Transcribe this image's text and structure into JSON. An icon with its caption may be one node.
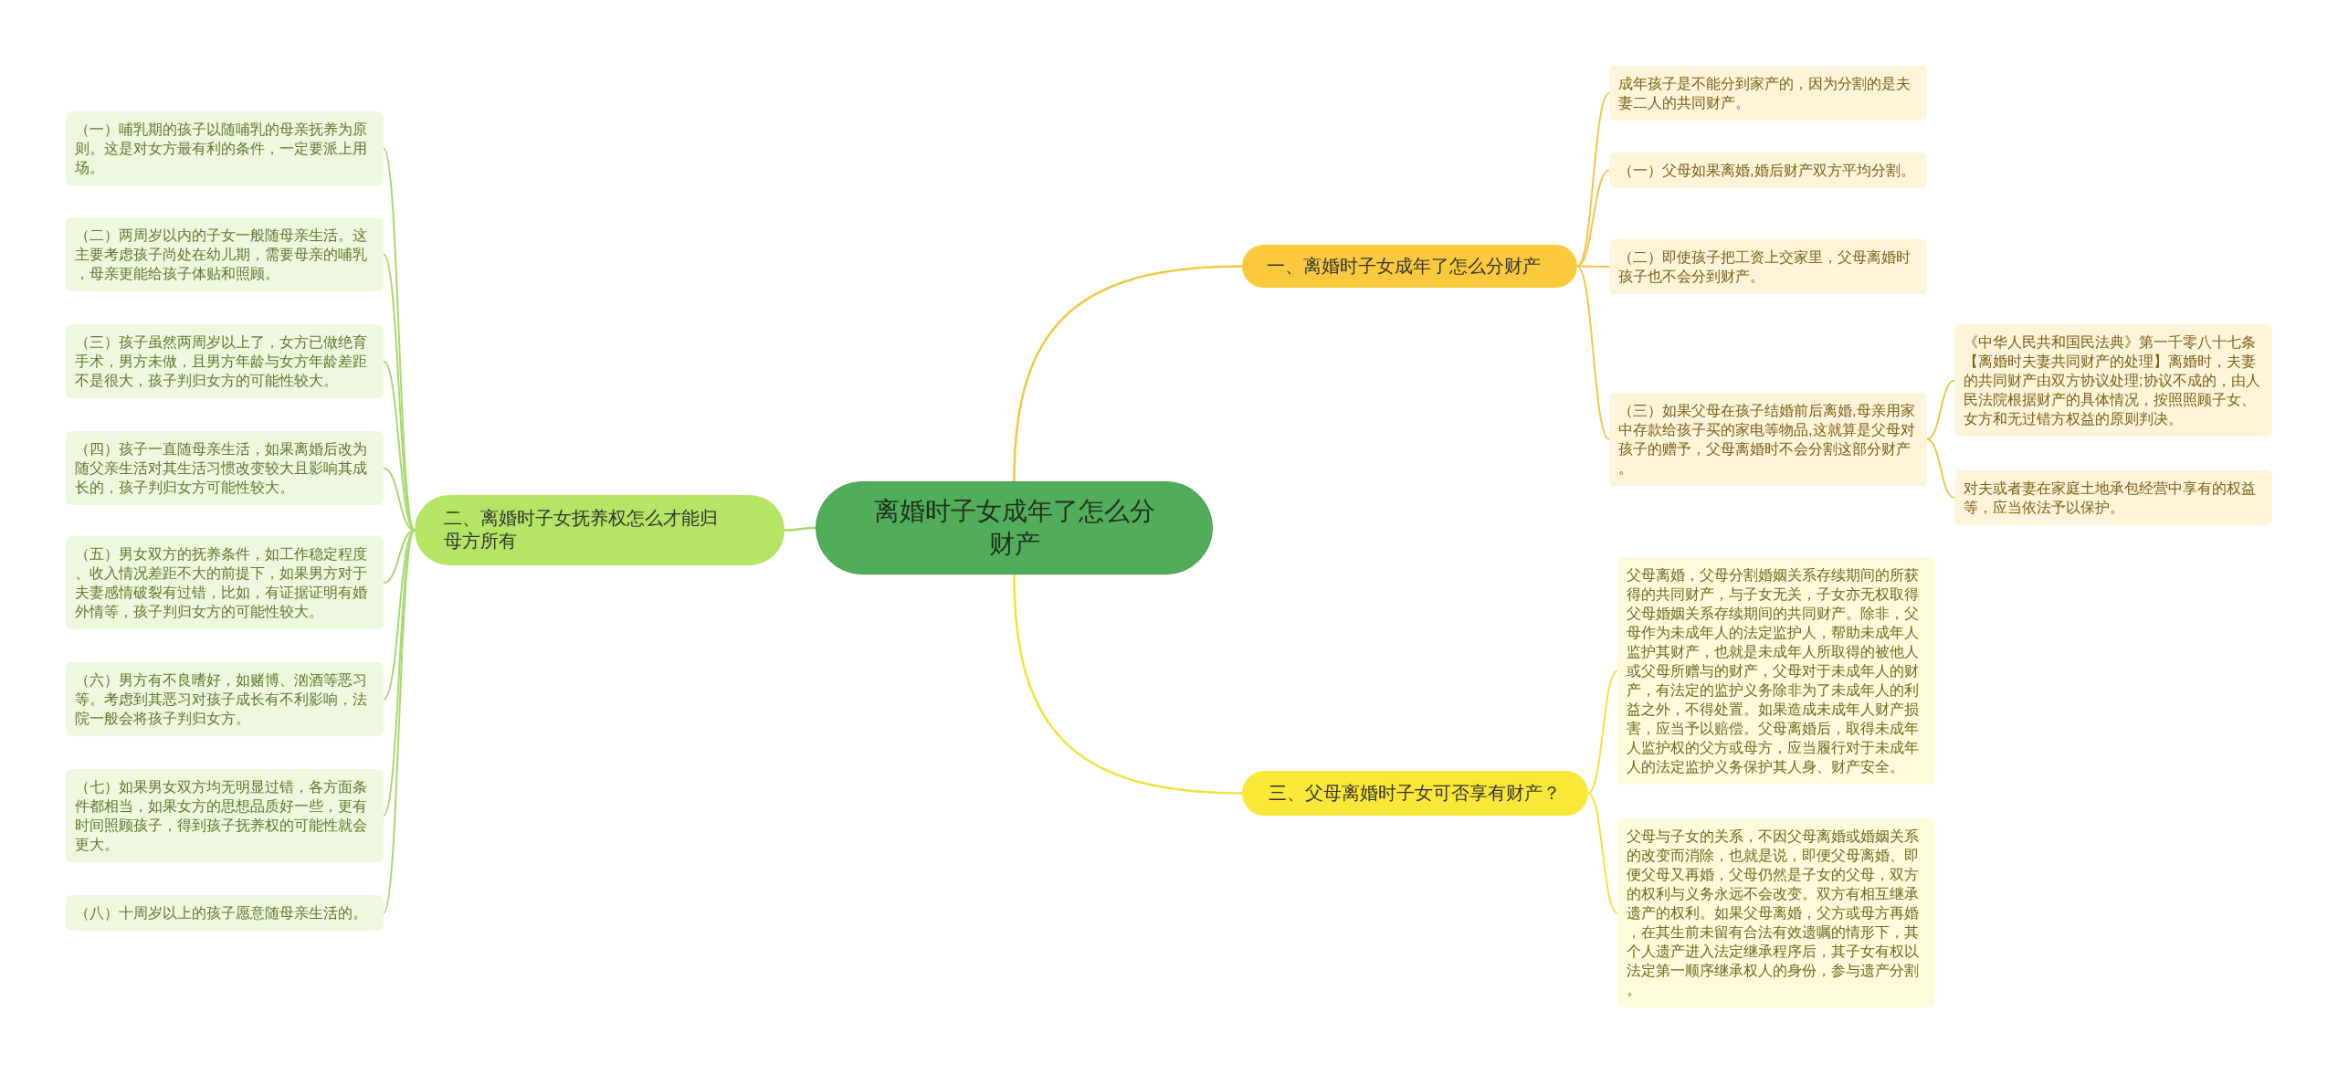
{
  "diagram": {
    "nodes": [
      {
        "text": [
          "离婚时子女成年了怎么分财产"
        ]
      },
      {
        "text": [
          "一、离婚时子女成年了怎么分财产"
        ]
      },
      {
        "text": [
          "成年孩子是不能分到家产的，因为分割的是夫妻二人的共同财产。"
        ]
      },
      {
        "text": [
          "（一）父母如果离婚,婚后财产双方平均分割。"
        ]
      },
      {
        "text": [
          "（二）即使孩子把工资上交家里，父母离婚时孩子也不会分到财产。"
        ]
      },
      {
        "text": [
          "（三）如果父母在孩子结婚前后离婚,母亲用家中存款给孩子买的家电等物品,这就算是父母对孩子的赠予，父母离婚时不会分割这部分财产。"
        ]
      },
      {
        "text": [
          "《中华人民共和国民法典》第一千零八十七条【离婚时夫妻共同财产的处理】离婚时，夫妻的共同财产由双方协议处理;协议不成的，由人民法院根据财产的具体情况，按照照顾子女、女方和无过错方权益的原则判决。"
        ]
      },
      {
        "text": [
          "对夫或者妻在家庭土地承包经营中享有的权益等，应当依法予以保护。"
        ]
      },
      {
        "text": [
          "二、离婚时子女抚养权怎么才能归母方所有"
        ]
      },
      {
        "text": [
          "（一）哺乳期的孩子以随哺乳的母亲抚养为原则。这是对女方最有利的条件，一定要派上用场。"
        ]
      },
      {
        "text": [
          "（二）两周岁以内的子女一般随母亲生活。这主要考虑孩子尚处在幼儿期，需要母亲的哺乳，母亲更能给孩子体贴和照顾。"
        ]
      },
      {
        "text": [
          "（三）孩子虽然两周岁以上了，女方已做绝育手术，男方未做，且男方年龄与女方年龄差距不是很大，孩子判归女方的可能性较大。"
        ]
      },
      {
        "text": [
          "（四）孩子一直随母亲生活，如果离婚后改为随父亲生活对其生活习惯改变较大且影响其成长的，孩子判归女方可能性较大。"
        ]
      },
      {
        "text": [
          "（五）男女双方的抚养条件，如工作稳定程度、收入情况差距不大的前提下，如果男方对于夫妻感情破裂有过错，比如，有证据证明有婚外情等，孩子判归女方的可能性较大。"
        ]
      },
      {
        "text": [
          "（六）男方有不良嗜好，如赌博、汹酒等恶习等。考虑到其恶习对孩子成长有不利影响，法院一般会将孩子判归女方。"
        ]
      },
      {
        "text": [
          "（七）如果男女双方均无明显过错，各方面条件都相当，如果女方的思想品质好一些，更有时间照顾孩子，得到孩子抚养权的可能性就会更大。"
        ]
      },
      {
        "text": [
          "（八）十周岁以上的孩子愿意随母亲生活的。"
        ]
      },
      {
        "text": [
          "三、父母离婚时子女可否享有财产？"
        ]
      },
      {
        "text": [
          "父母离婚，父母分割婚姻关系存续期间的所获得的共同财产，与子女无关，子女亦无权取得父母婚姻关系存续期间的共同财产。除非，父母作为未成年人的法定监护人，帮助未成年人监护其财产，也就是未成年人所取得的被他人或父母所赠与的财产，父母对于未成年人的财产，有法定的监护义务除非为了未成年人的利益之外，不得处置。如果造成未成年人财产损害，应当予以赔偿。父母离婚后，取得未成年人监护权的父方或母方，应当履行对于未成年人的法定监护义务保护其人身、财产安全。"
        ]
      },
      {
        "text": [
          "父母与子女的关系，不因父母离婚或婚姻关系的改变而消除，也就是说，即便父母离婚、即便父母又再婚，父母仍然是子女的父母，双方的权利与义务永远不会改变。双方有相互继承遗产的权利。如果父母离婚，父方或母方再婚，在其生前未留有合法有效遗嘱的情形下，其个人遗产进入法定继承程序后，其子女有权以法定第一顺序继承权人的身份，参与遗产分割。"
        ]
      }
    ],
    "edges": [
      {
        "from": 0,
        "to": 1,
        "arrow": "none",
        "color": "#f2c744"
      },
      {
        "from": 1,
        "to": 2,
        "arrow": "none",
        "color": "#f2c744"
      },
      {
        "from": 1,
        "to": 3,
        "arrow": "none",
        "color": "#f2c744"
      },
      {
        "from": 1,
        "to": 4,
        "arrow": "none",
        "color": "#f2c744"
      },
      {
        "from": 1,
        "to": 5,
        "arrow": "none",
        "color": "#f2c744"
      },
      {
        "from": 5,
        "to": 6,
        "arrow": "none",
        "color": "#f2c744"
      },
      {
        "from": 5,
        "to": 7,
        "arrow": "none",
        "color": "#f2c744"
      },
      {
        "from": 0,
        "to": 8,
        "arrow": "none"
      },
      {
        "from": 8,
        "to": 9,
        "arrow": "none"
      },
      {
        "from": 8,
        "to": 10,
        "arrow": "none"
      },
      {
        "from": 8,
        "to": 11,
        "arrow": "none"
      },
      {
        "from": 8,
        "to": 12,
        "arrow": "none"
      },
      {
        "from": 8,
        "to": 13,
        "arrow": "none"
      },
      {
        "from": 8,
        "to": 14,
        "arrow": "none"
      },
      {
        "from": 8,
        "to": 15,
        "arrow": "none"
      },
      {
        "from": 8,
        "to": 16,
        "arrow": "none"
      },
      {
        "from": 0,
        "to": 17,
        "arrow": "none",
        "color": "#f3e23e"
      },
      {
        "from": 17,
        "to": 18,
        "arrow": "none",
        "color": "#f3e23e"
      },
      {
        "from": 17,
        "to": 19,
        "arrow": "none",
        "color": "#f3e23e"
      }
    ]
  }
}
